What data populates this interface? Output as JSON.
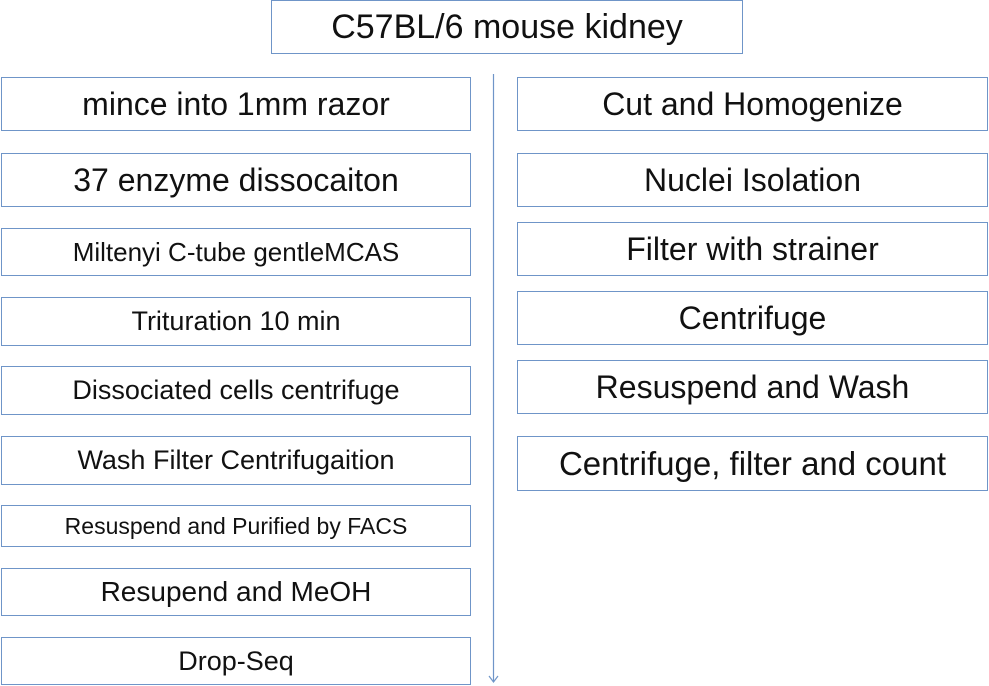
{
  "title": "C57BL/6 mouse kidney",
  "left_steps": [
    "mince into 1mm razor",
    "37 enzyme dissocaiton",
    "Miltenyi C-tube gentleMCAS",
    "Trituration 10 min",
    "Dissociated cells centrifuge",
    "Wash Filter Centrifugaition",
    "Resuspend and Purified by FACS",
    "Resupend and MeOH",
    "Drop-Seq"
  ],
  "right_steps": [
    "Cut and Homogenize",
    "Nuclei Isolation",
    "Filter with strainer",
    "Centrifuge",
    "Resuspend and Wash",
    "Centrifuge, filter and count"
  ],
  "colors": {
    "box_border": "#6f95c8",
    "arrow": "#6f95c8",
    "text": "#111111",
    "background": "#ffffff"
  }
}
